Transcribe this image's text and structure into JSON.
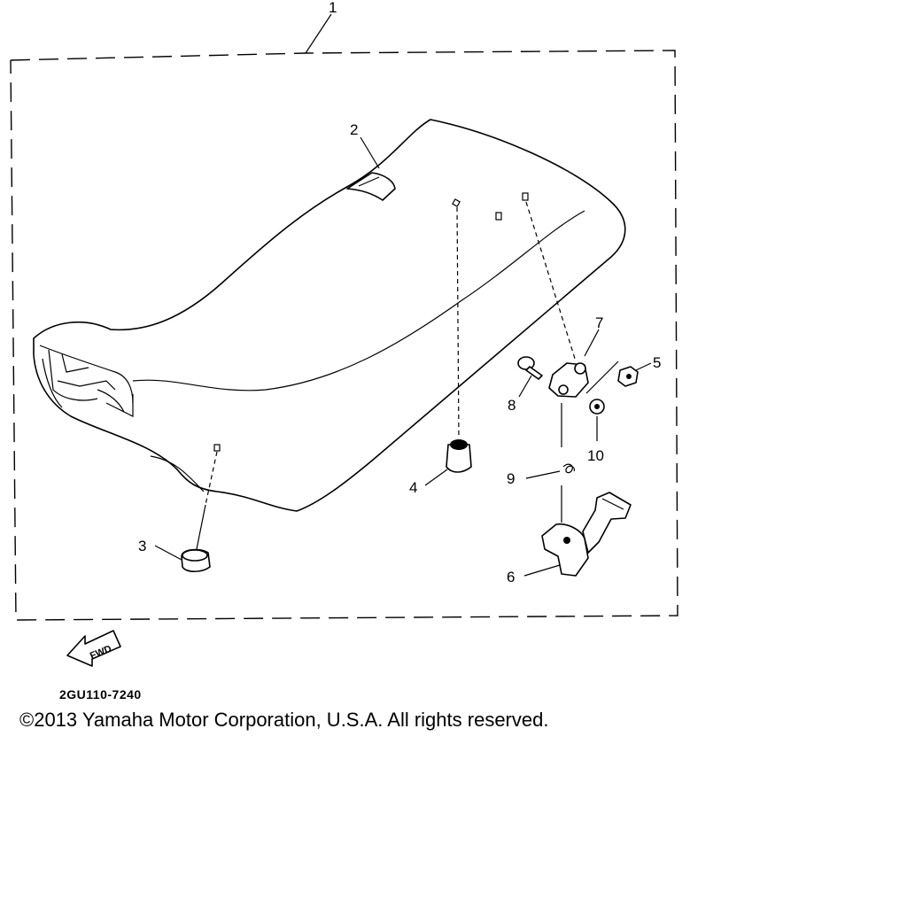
{
  "callouts": {
    "c1": "1",
    "c2": "2",
    "c3": "3",
    "c4": "4",
    "c5": "5",
    "c6": "6",
    "c7": "7",
    "c8": "8",
    "c9": "9",
    "c10": "10"
  },
  "fwd_label": "FWD",
  "diagram_code": "2GU110-7240",
  "copyright": "©2013 Yamaha Motor Corporation, U.S.A. All rights reserved."
}
